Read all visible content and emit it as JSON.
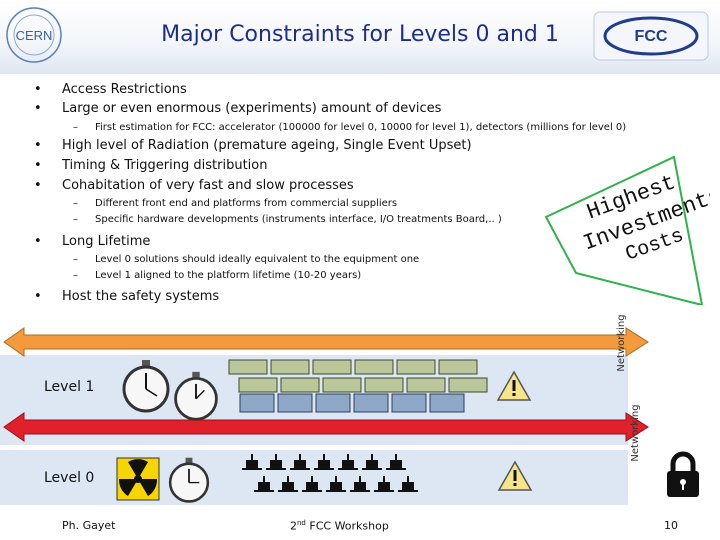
{
  "title": "Major Constraints for Levels 0 and 1",
  "logos": {
    "left": "CERN",
    "right": "FCC"
  },
  "bullets_a": [
    "Access Restrictions",
    "Large or even enormous (experiments) amount of devices"
  ],
  "sub_a": [
    "First estimation for FCC: accelerator (100000 for level 0, 10000 for level 1), detectors (millions for level 0)"
  ],
  "bullets_b": [
    "High level of Radiation (premature ageing, Single Event Upset)",
    "Timing & Triggering distribution",
    "Cohabitation of very fast and slow processes"
  ],
  "sub_b": [
    "Different front end and platforms from commercial suppliers",
    "Specific hardware developments (instruments interface, I/O treatments Board,.. )"
  ],
  "bullets_c": [
    "Long Lifetime"
  ],
  "sub_c": [
    "Level 0 solutions should ideally equivalent to the equipment one",
    "Level 1 aligned to the platform lifetime (10-20 years)"
  ],
  "bullets_d": [
    "Host the safety systems"
  ],
  "triangle": {
    "line1": "Highest",
    "line2": "Investments",
    "line3": "Costs"
  },
  "levels": {
    "level1": "Level 1",
    "level0": "Level 0"
  },
  "networking": [
    "Networking",
    "Networking"
  ],
  "footer": {
    "author": "Ph. Gayet",
    "event_prefix": "2",
    "event_sup": "nd",
    "event_suffix": " FCC Workshop",
    "page": "10"
  },
  "colors": {
    "title": "#1e2d8c",
    "orange_arrow": "#f29a3c",
    "red_arrow": "#e0202b",
    "triangle_green": "#2fb24a",
    "band": "#dde6f3"
  },
  "icons": [
    "stopwatch-icon",
    "warning-icon",
    "radiation-icon",
    "lock-icon",
    "rack-icon",
    "sensor-icon"
  ]
}
